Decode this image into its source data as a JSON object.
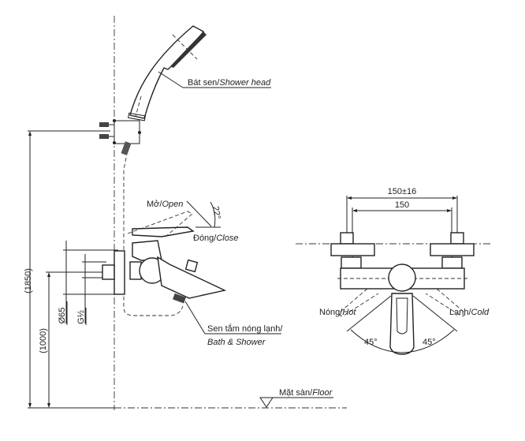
{
  "labels": {
    "shower_head_vi": "Bát sen/",
    "shower_head_en": "Shower head",
    "open_vi": "Mở/",
    "open_en": "Open",
    "close_vi": "Đóng/",
    "close_en": "Close",
    "angle_lever": "22°",
    "bath_shower_vi": "Sen tắm nóng lạnh/",
    "bath_shower_en": "Bath & Shower",
    "floor_vi": "Mặt sàn/",
    "floor_en": "Floor",
    "hot_vi": "Nóng/",
    "hot_en": "Hot",
    "cold_vi": "Lạnh/",
    "cold_en": "Cold",
    "angle_hot": "45°",
    "angle_cold": "45°"
  },
  "dimensions": {
    "height_shower": "(1850)",
    "height_mixer": "(1000)",
    "diameter": "Ø65",
    "thread": "G½",
    "width_tolerance": "150±16",
    "width": "150"
  }
}
